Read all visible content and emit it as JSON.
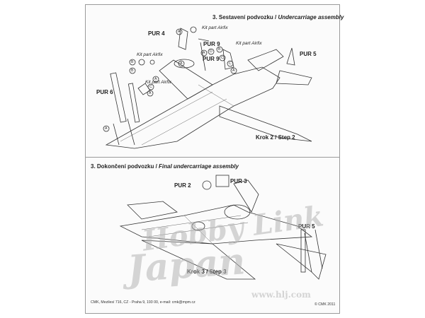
{
  "section3": {
    "heading_cz": "3. Sestavení podvozku / ",
    "heading_en": "Undercarriage assembly",
    "step": "Krok 2 / Step 2"
  },
  "section_final": {
    "heading_cz": "3. Dokončení podvozku / ",
    "heading_en": "Final undercarriage assembly",
    "step": "Krok 3 / Step 3"
  },
  "callouts": {
    "pur4": "PUR 4",
    "pur9a": "PUR 9",
    "pur9b": "PUR 9",
    "pur5a": "PUR 5",
    "pur6": "PUR 6",
    "pur2": "PUR 2",
    "pur3": "PUR 3",
    "pur5b": "PUR 5",
    "kit1": "Kit part Airfix",
    "kit2": "Kit part Airfix",
    "kit3": "Kit part Airfix",
    "kit4": "Kit part Airfix"
  },
  "letters": [
    "A",
    "A",
    "A",
    "B",
    "B",
    "C",
    "C",
    "D",
    "A",
    "B",
    "A",
    "C",
    "A",
    "A"
  ],
  "footer": {
    "address": "CMK, Mezilesí 716, CZ - Praha 9, 193 00, e-mail: cmk@mpm.cz",
    "copyright": "© CMK 2011"
  },
  "watermark": {
    "line1": "Hobby Link",
    "line2": "Japan",
    "url": "www.hlj.com"
  },
  "colors": {
    "frame": "#9a9a9a",
    "ink": "#222222",
    "watermark": "#b4b4b4"
  }
}
